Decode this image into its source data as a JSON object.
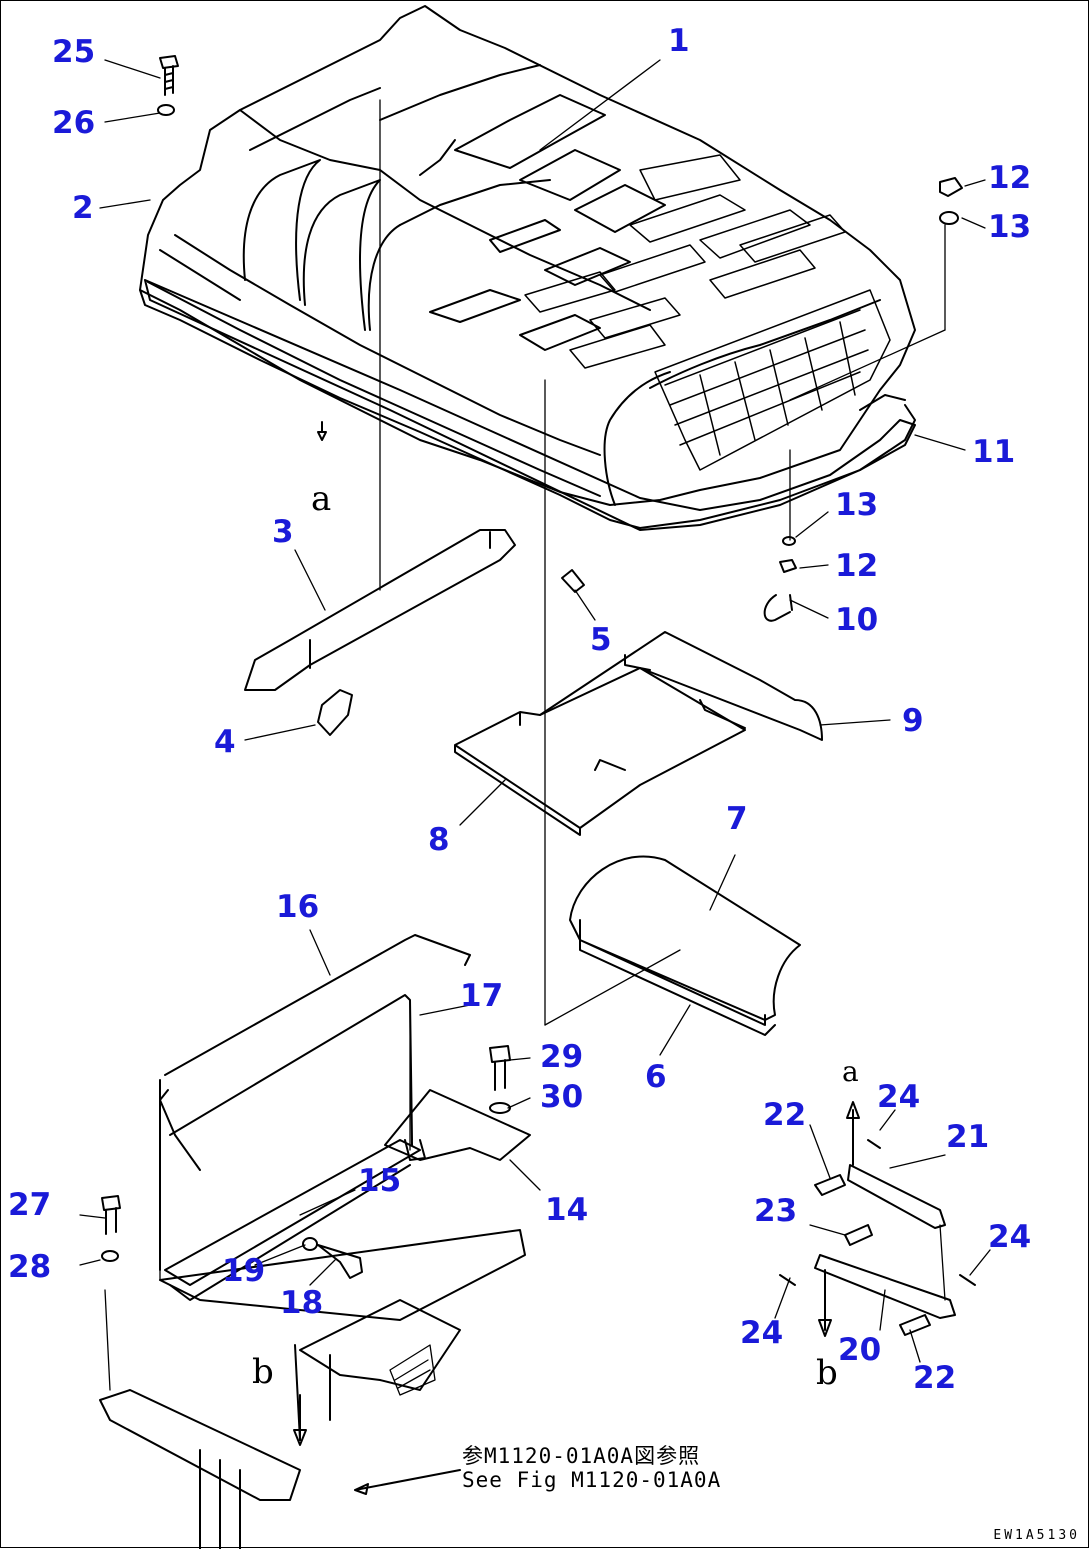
{
  "callouts": [
    "1",
    "2",
    "3",
    "4",
    "5",
    "6",
    "7",
    "8",
    "9",
    "10",
    "11",
    "12",
    "12",
    "13",
    "13",
    "14",
    "15",
    "16",
    "17",
    "18",
    "19",
    "20",
    "21",
    "22",
    "22",
    "23",
    "24",
    "24",
    "24",
    "25",
    "26",
    "27",
    "28",
    "29",
    "30"
  ],
  "view_letters": {
    "a_top": "a",
    "a_arrow": "a",
    "b_left": "b",
    "b_arrow": "b"
  },
  "reference_note": {
    "line1": "参M1120-01A0A図参照",
    "line2": "See Fig M1120-01A0A"
  },
  "figure_code": "EW1A5130",
  "colors": {
    "callout": "#1a1ad8",
    "line": "#000000",
    "background": "#ffffff"
  }
}
